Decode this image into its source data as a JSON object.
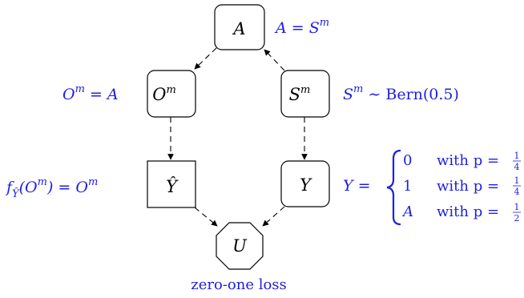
{
  "nodes": {
    "A": {
      "label": "A",
      "annotation": "A = S",
      "annotation_sup": "m"
    },
    "Om": {
      "label": "O",
      "sup": "m",
      "annotation": "O",
      "annotation_sup": "m",
      "annotation_tail": " = A"
    },
    "Sm": {
      "label": "S",
      "sup": "m",
      "annotation": "S",
      "annotation_sup": "m",
      "annotation_tail": " ∼ Bern(0.5)"
    },
    "Yhat": {
      "label": "Ŷ",
      "annotation": "f",
      "annotation_sub": "Ŷ",
      "annotation_mid": "(O",
      "annotation_mid_sup": "m",
      "annotation_tail": ") = O",
      "annotation_tail_sup": "m"
    },
    "Y": {
      "label": "Y",
      "annotation": "Y ="
    },
    "U": {
      "label": "U",
      "caption": "zero-one loss"
    }
  },
  "y_cases": [
    {
      "value": "0",
      "text": "with p = ",
      "num": "1",
      "den": "4"
    },
    {
      "value": "1",
      "text": "with p = ",
      "num": "1",
      "den": "4"
    },
    {
      "value": "A",
      "text": "with p = ",
      "num": "1",
      "den": "2"
    }
  ],
  "colors": {
    "annotation": "#1f1fe0",
    "node_stroke": "#000000"
  }
}
